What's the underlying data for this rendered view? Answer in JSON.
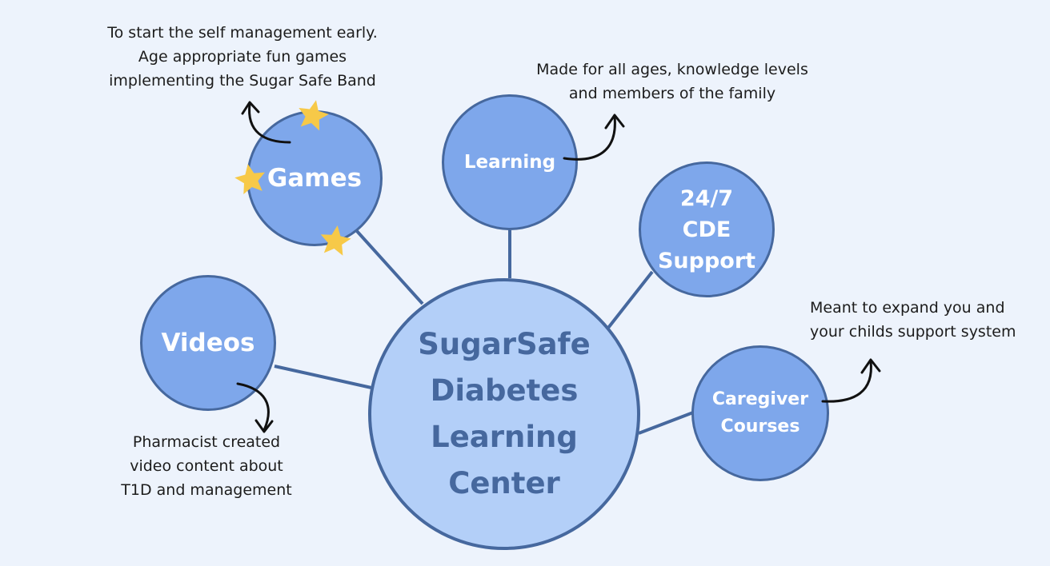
{
  "hub": {
    "label": "SugarSafe\nDiabetes\nLearning\nCenter"
  },
  "nodes": {
    "games": {
      "label": "Games"
    },
    "learning": {
      "label": "Learning"
    },
    "cde": {
      "label": "24/7\nCDE\nSupport"
    },
    "videos": {
      "label": "Videos"
    },
    "caregiver": {
      "label": "Caregiver\nCourses"
    }
  },
  "notes": {
    "games": "To start the self management early.\nAge appropriate fun games\nimplementing the  Sugar Safe Band",
    "learning": "Made for all ages, knowledge levels\nand members of the family",
    "caregiver": "Meant to expand you and\nyour childs support system",
    "videos": "Pharmacist created\nvideo content about\nT1D and management"
  },
  "colors": {
    "background": "#edf3fc",
    "node_fill": "#7ea7eb",
    "hub_fill": "#b3cff8",
    "outline": "#46689e",
    "star": "#f7c948"
  },
  "icons": [
    "star-icon",
    "curved-arrow-icon"
  ]
}
